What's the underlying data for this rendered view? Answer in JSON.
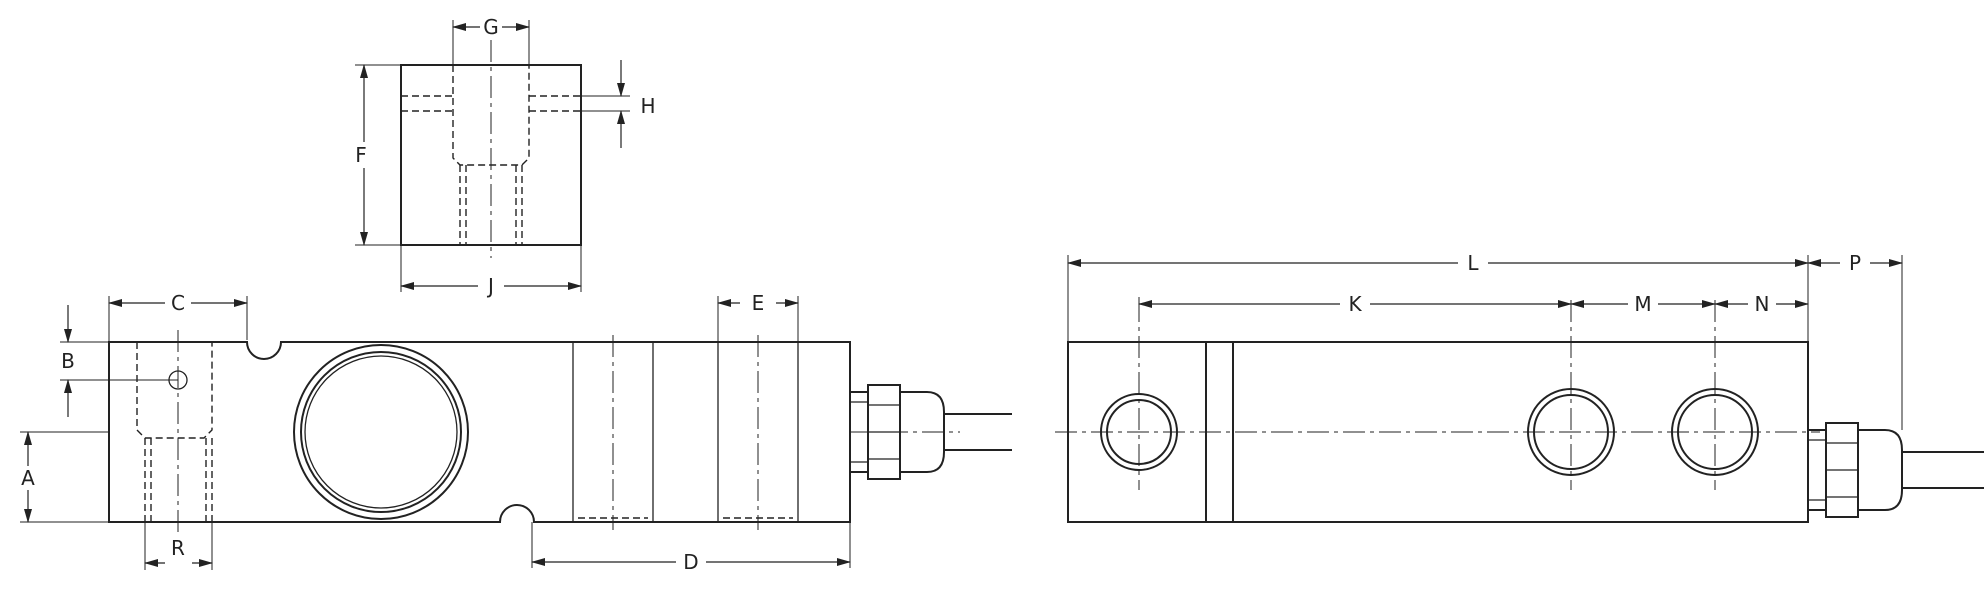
{
  "dimensions": {
    "A": "A",
    "B": "B",
    "C": "C",
    "D": "D",
    "E": "E",
    "F": "F",
    "G": "G",
    "H": "H",
    "J": "J",
    "K": "K",
    "L": "L",
    "M": "M",
    "N": "N",
    "P": "P",
    "R": "R"
  },
  "colors": {
    "line": "#222222",
    "background": "#ffffff"
  }
}
